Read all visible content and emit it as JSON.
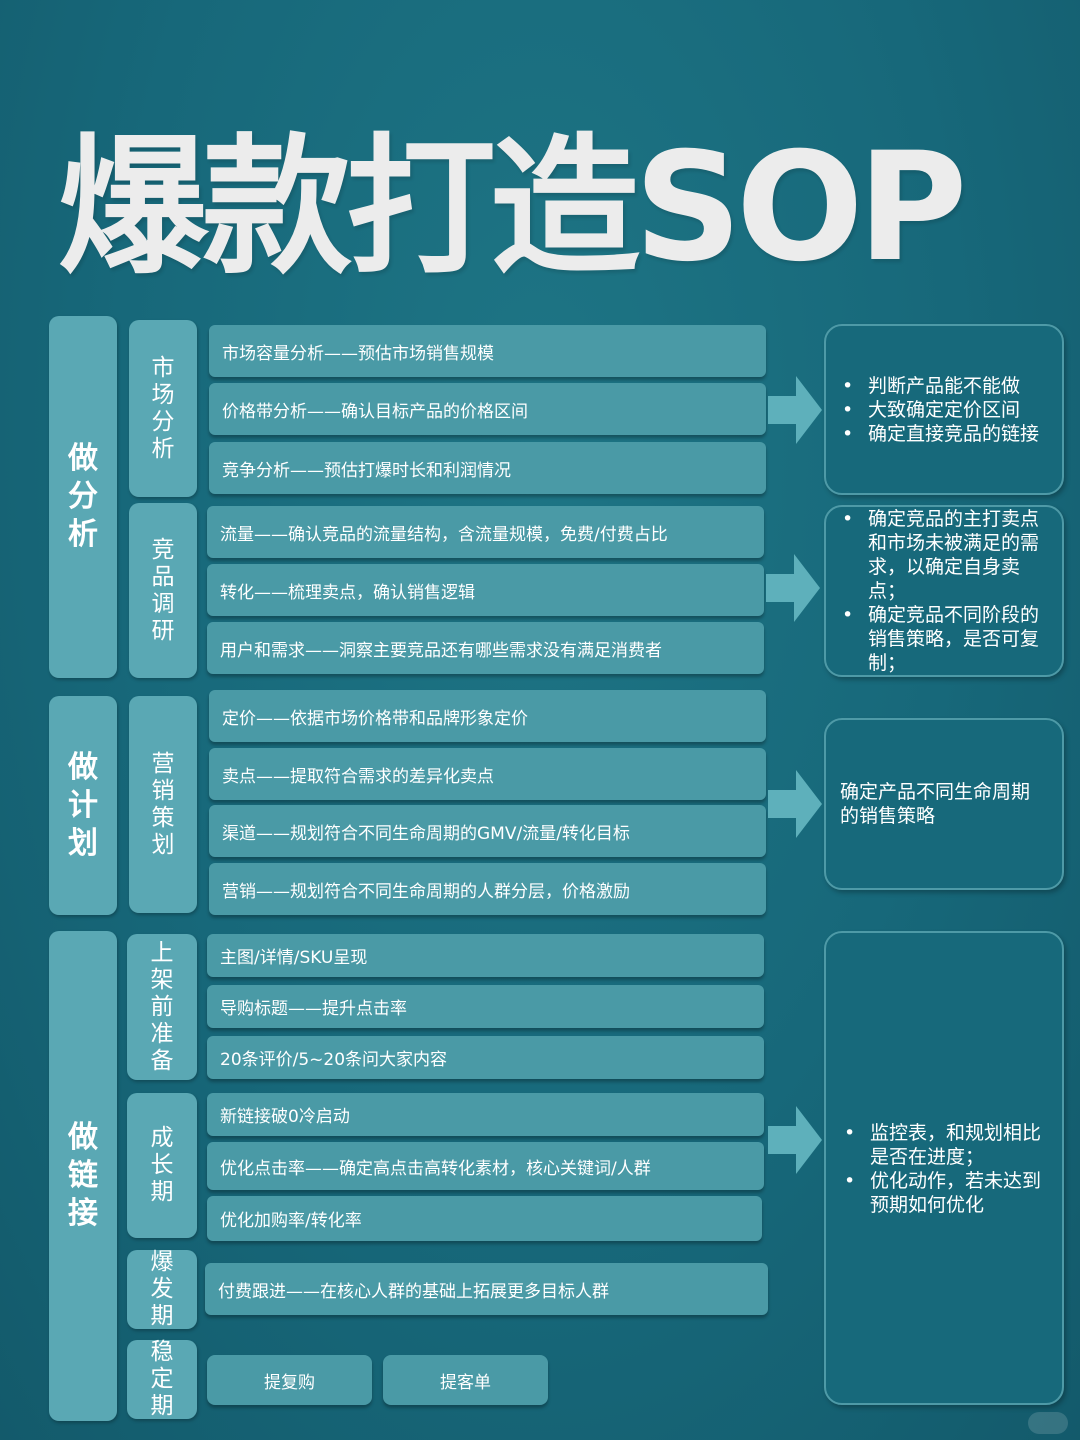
{
  "title": "爆款打造SOP",
  "sections": [
    {
      "label": "做分析",
      "groups": [
        {
          "label": "市场分析",
          "items": [
            "市场容量分析——预估市场销售规模",
            "价格带分析——确认目标产品的价格区间",
            "竞争分析——预估打爆时长和利润情况"
          ],
          "result": [
            "判断产品能不能做",
            "大致确定定价区间",
            "确定直接竞品的链接"
          ]
        },
        {
          "label": "竞品调研",
          "items": [
            "流量——确认竞品的流量结构，含流量规模，免费/付费占比",
            "转化——梳理卖点，确认销售逻辑",
            "用户和需求——洞察主要竞品还有哪些需求没有满足消费者"
          ],
          "result": [
            "确定竞品的主打卖点和市场未被满足的需求，以确定自身卖点；",
            "确定竞品不同阶段的销售策略，是否可复制；"
          ]
        }
      ]
    },
    {
      "label": "做计划",
      "groups": [
        {
          "label": "营销策划",
          "items": [
            "定价——依据市场价格带和品牌形象定价",
            "卖点——提取符合需求的差异化卖点",
            "渠道——规划符合不同生命周期的GMV/流量/转化目标",
            "营销——规划符合不同生命周期的人群分层，价格激励"
          ],
          "result_text": "确定产品不同生命周期的销售策略"
        }
      ]
    },
    {
      "label": "做链接",
      "groups": [
        {
          "label": "上架前准备",
          "items": [
            "主图/详情/SKU呈现",
            "导购标题——提升点击率",
            "20条评价/5~20条问大家内容"
          ]
        },
        {
          "label": "成长期",
          "items": [
            "新链接破0冷启动",
            "优化点击率——确定高点击高转化素材，核心关键词/人群",
            "优化加购率/转化率"
          ]
        },
        {
          "label": "爆发期",
          "items": [
            "付费跟进——在核心人群的基础上拓展更多目标人群"
          ]
        },
        {
          "label": "稳定期",
          "items": [
            "提复购",
            "提客单"
          ]
        }
      ],
      "result": [
        "监控表，和规划相比是否在进度；",
        "优化动作，若未达到预期如何优化"
      ]
    }
  ],
  "colors": {
    "background": "#17687a",
    "block": "#5aa8b4",
    "item": "#4a9aa6",
    "arrow": "#5eb0bb"
  }
}
